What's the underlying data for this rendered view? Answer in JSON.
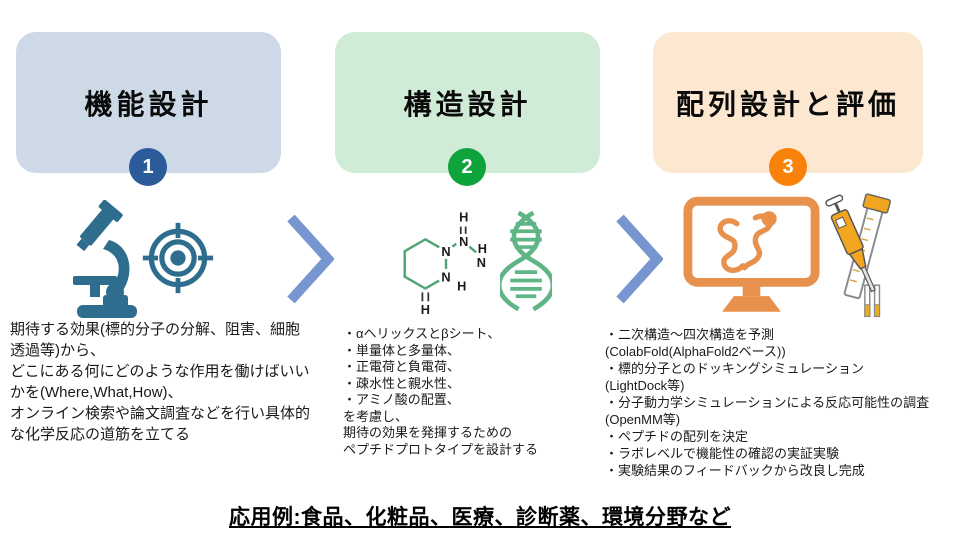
{
  "steps": [
    {
      "title": "機能設計",
      "number": "1",
      "box_color": "#cdd9e7",
      "badge_color": "#2b5c99",
      "icon_color": "#2e6d8e",
      "icons": [
        "microscope-icon",
        "target-icon"
      ],
      "description": [
        "期待する効果(標的分子の分解、阻害、細胞",
        "透過等)から、",
        "どこにある何にどのような作用を働けばいい",
        "かを(Where,What,How)、",
        "オンライン検索や論文調査などを行い具体的",
        "な化学反応の道筋を立てる"
      ]
    },
    {
      "title": "構造設計",
      "number": "2",
      "box_color": "#d0ecd7",
      "badge_color": "#0fa33c",
      "icon_color": "#5fb585",
      "icons": [
        "molecule-icon",
        "dna-helix-icon"
      ],
      "description": [
        "・αヘリックスとβシート、",
        "・単量体と多量体、",
        "・正電荷と負電荷、",
        "・疎水性と親水性、",
        "・アミノ酸の配置、",
        "を考慮し、",
        "期待の効果を発揮するための",
        "ペプチドプロトタイプを設計する"
      ]
    },
    {
      "title": "配列設計と評価",
      "number": "3",
      "box_color": "#fce8d0",
      "badge_color": "#f8820a",
      "icon_color": "#e8914d",
      "icons": [
        "monitor-protein-icon",
        "pipette-syringe-icon"
      ],
      "description": [
        "・二次構造～四次構造を予測",
        "(ColabFold(AlphaFold2ベース))",
        "・標的分子とのドッキングシミュレーション",
        "(LightDock等)",
        "・分子動力学シミュレーションによる反応可能性の調査",
        "(OpenMM等)",
        "・ペプチドの配列を決定",
        "・ラボレベルで機能性の確認の実証実験",
        "・実験結果のフィードバックから改良し完成"
      ]
    }
  ],
  "arrow_color": "#7796cf",
  "footer": "応用例:食品、化粧品、医療、診断薬、環境分野など"
}
